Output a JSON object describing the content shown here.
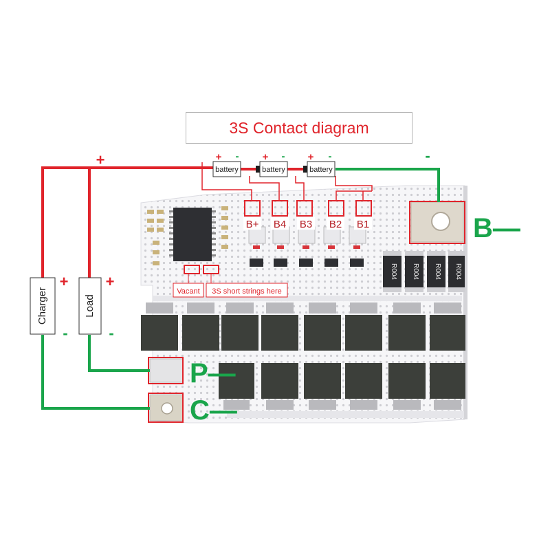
{
  "title": "3S Contact diagram",
  "batteries": [
    {
      "label": "battery",
      "plus": "+",
      "minus": "-"
    },
    {
      "label": "battery",
      "plus": "+",
      "minus": "-"
    },
    {
      "label": "battery",
      "plus": "+",
      "minus": "-"
    }
  ],
  "main_plus": "+",
  "main_minus": "-",
  "pads": [
    "B+",
    "B4",
    "B3",
    "B2",
    "B1"
  ],
  "board_label_b_minus": "B—",
  "board_label_p_minus": "P—",
  "board_label_c_minus": "C—",
  "charger": {
    "label": "Charger",
    "plus": "+",
    "minus": "-"
  },
  "load": {
    "label": "Load",
    "plus": "+",
    "minus": "-"
  },
  "notes": {
    "vacant": "Vacant",
    "short": "3S short strings here"
  },
  "resistor_marks": [
    "R004",
    "R004",
    "R004",
    "R004"
  ],
  "colors": {
    "positive": "#e0242b",
    "negative": "#1aa54b",
    "board": "#f3f4f6",
    "mosfet": "#3c3f3a",
    "hole": "#d8d8d8"
  }
}
